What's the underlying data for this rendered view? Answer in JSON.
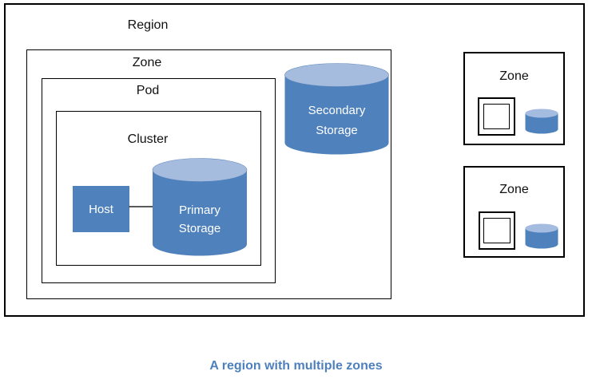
{
  "colors": {
    "accent_blue": "#4f81bd",
    "cylinder_top": "#a6bcde",
    "small_cylinder_top": "#a3bcdf",
    "box_border": "#000000",
    "connector": "#595959",
    "caption": "#4e80bd",
    "label_text": "#111111",
    "shape_text": "#ffffff"
  },
  "diagram": {
    "region": {
      "label": "Region"
    },
    "zone": {
      "label": "Zone"
    },
    "pod": {
      "label": "Pod"
    },
    "cluster": {
      "label": "Cluster"
    },
    "host": {
      "label": "Host"
    },
    "primary_storage": {
      "line1": "Primary",
      "line2": "Storage"
    },
    "secondary_storage": {
      "line1": "Secondary",
      "line2": "Storage"
    },
    "zone_right_top": {
      "label": "Zone"
    },
    "zone_right_bottom": {
      "label": "Zone"
    }
  },
  "caption": {
    "text": "A region with multiple zones"
  }
}
